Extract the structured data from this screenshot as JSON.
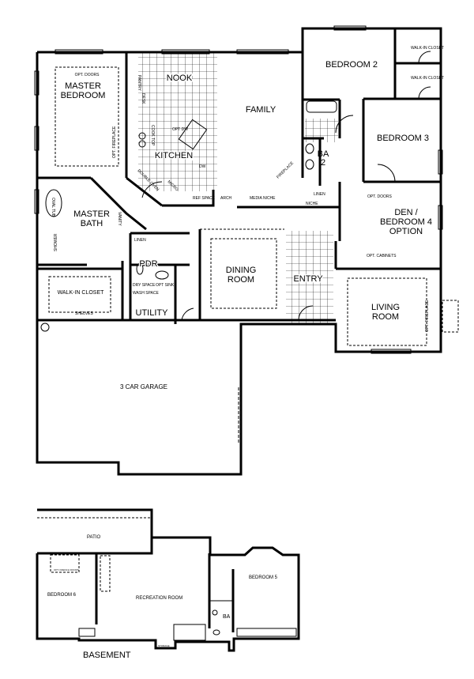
{
  "main_floor": {
    "rooms": {
      "master_bedroom": [
        "MASTER",
        "BEDROOM"
      ],
      "nook": "NOOK",
      "family": "FAMILY",
      "kitchen": "KITCHEN",
      "bedroom2": "BEDROOM 2",
      "bedroom3": "BEDROOM 3",
      "ba2": [
        "BA",
        "2"
      ],
      "master_bath": [
        "MASTER",
        "BATH"
      ],
      "den": [
        "DEN /",
        "BEDROOM 4",
        "OPTION"
      ],
      "pdr": "PDR",
      "dining": [
        "DINING",
        "ROOM"
      ],
      "entry": "ENTRY",
      "walk_in_closet": "WALK-IN CLOSET",
      "utility": "UTILITY",
      "living": [
        "LIVING",
        "ROOM"
      ],
      "garage": "3 CAR GARAGE"
    },
    "notes": {
      "opt_doors": "OPT. DOORS",
      "opt_fireplace": "OPT. FIREPLACE",
      "pantry": "PANTRY",
      "desk": "DESK",
      "cook_top": "COOK TOP",
      "opt_dw": "OPT DW",
      "dw": "DW",
      "double_oven": "DOUBLE OVEN",
      "micro": "MICRO",
      "ref_space": "REF SPACE",
      "arch": "ARCH",
      "media_niche": "MEDIA NICHE",
      "fireplace": "FIREPLACE",
      "linen": "LINEN",
      "niche": "NICHE",
      "walk_in_closet_small": "WALK-IN CLOSET",
      "opt_doors_den": "OPT. DOORS",
      "opt_cabinets": "OPT. CABINETS",
      "oval_tub": "OVAL TUB",
      "shower": "SHOWER",
      "linen_mb": "LINEN",
      "vanity": "VANITY",
      "shelves": "SHELVES",
      "dry_space": "DRY SPACE",
      "wash_space": "WASH SPACE",
      "opt_sink": "OPT SINK",
      "opt_fireplace_living": "OPT. FIREPLACE"
    }
  },
  "basement": {
    "title": "BASEMENT",
    "rooms": {
      "patio": "PATIO",
      "bedroom6": "BEDROOM 6",
      "recreation": "RECREATION ROOM",
      "bedroom5": "BEDROOM 5",
      "ba": "BA"
    },
    "notes": {
      "opt_french_doors": "OPT. FRENCH DOORS",
      "storage": "STORAGE"
    }
  }
}
